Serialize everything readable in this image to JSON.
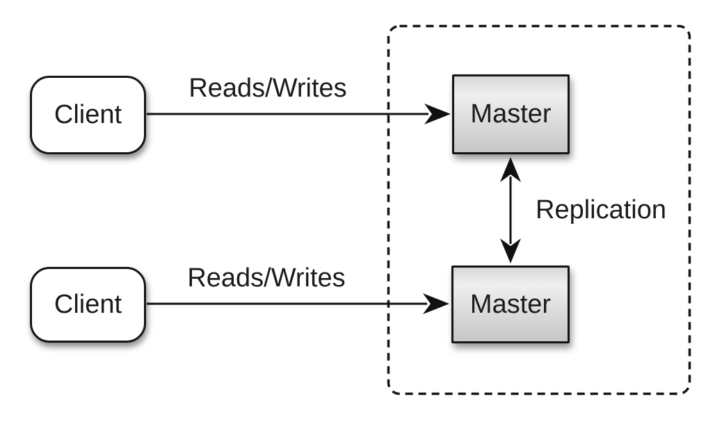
{
  "diagram": {
    "nodes": {
      "client_top": {
        "label": "Client"
      },
      "client_bottom": {
        "label": "Client"
      },
      "master_top": {
        "label": "Master"
      },
      "master_bottom": {
        "label": "Master"
      }
    },
    "edge_labels": {
      "reads_writes_top": "Reads/Writes",
      "reads_writes_bottom": "Reads/Writes",
      "replication": "Replication"
    },
    "colors": {
      "background": "#ffffff",
      "stroke": "#111111",
      "text": "#1b1b1b",
      "client_fill": "#ffffff",
      "master_fill_top": "#d7d7d7",
      "master_fill_mid": "#efefef",
      "master_fill_bottom": "#c6c6c6",
      "boundary_stroke": "#151515"
    }
  }
}
